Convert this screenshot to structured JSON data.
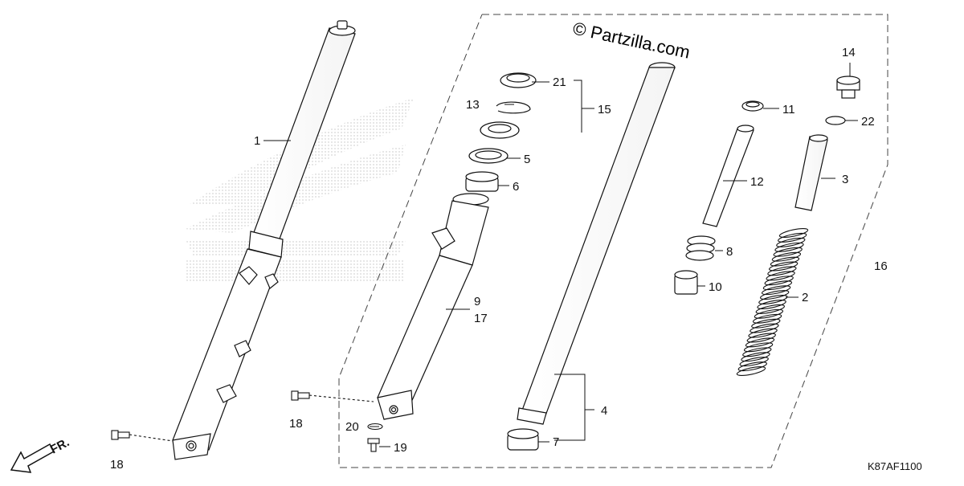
{
  "watermark": "© Partzilla.com",
  "diagram_code": "K87AF1100",
  "direction_label": "FR.",
  "callouts": {
    "c1": "1",
    "c2": "2",
    "c3": "3",
    "c4": "4",
    "c5": "5",
    "c6": "6",
    "c7": "7",
    "c8": "8",
    "c9": "9",
    "c10": "10",
    "c11": "11",
    "c12": "12",
    "c13": "13",
    "c14": "14",
    "c15": "15",
    "c16": "16",
    "c17": "17",
    "c18a": "18",
    "c18b": "18",
    "c19": "19",
    "c20": "20",
    "c21": "21",
    "c22": "22"
  }
}
